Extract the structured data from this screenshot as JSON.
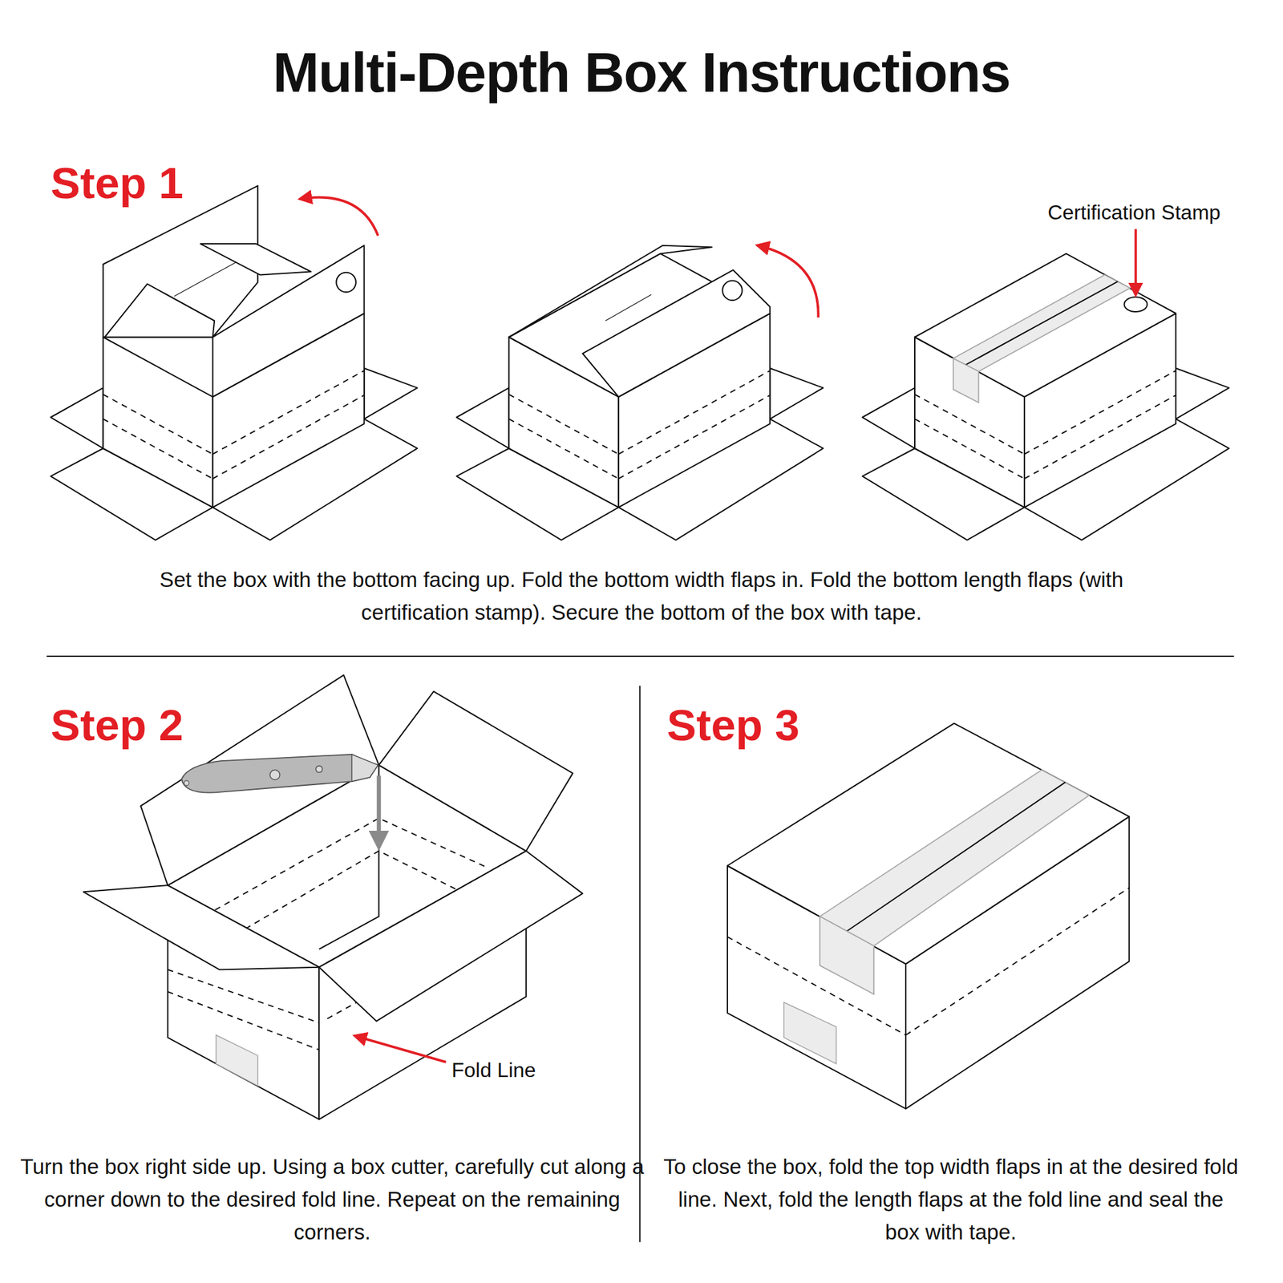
{
  "diagram": {
    "title": "Multi-Depth Box Instructions",
    "labels": [
      "Step 1",
      "Set the box with the bottom facing up. Fold the bottom width flaps in. Fold the bottom length flaps (with certification stamp). Secure the bottom of the box with tape.",
      "Certification Stamp",
      "Step 2",
      "Turn the box right side up. Using a box cutter, carefully cut along a corner down to the desired fold line. Repeat on the remaining corners.",
      "Fold Line",
      "Step 3",
      "To close the box, fold the top width flaps in at the desired fold line. Next, fold the length flaps at the fold line and seal the box with tape."
    ]
  }
}
